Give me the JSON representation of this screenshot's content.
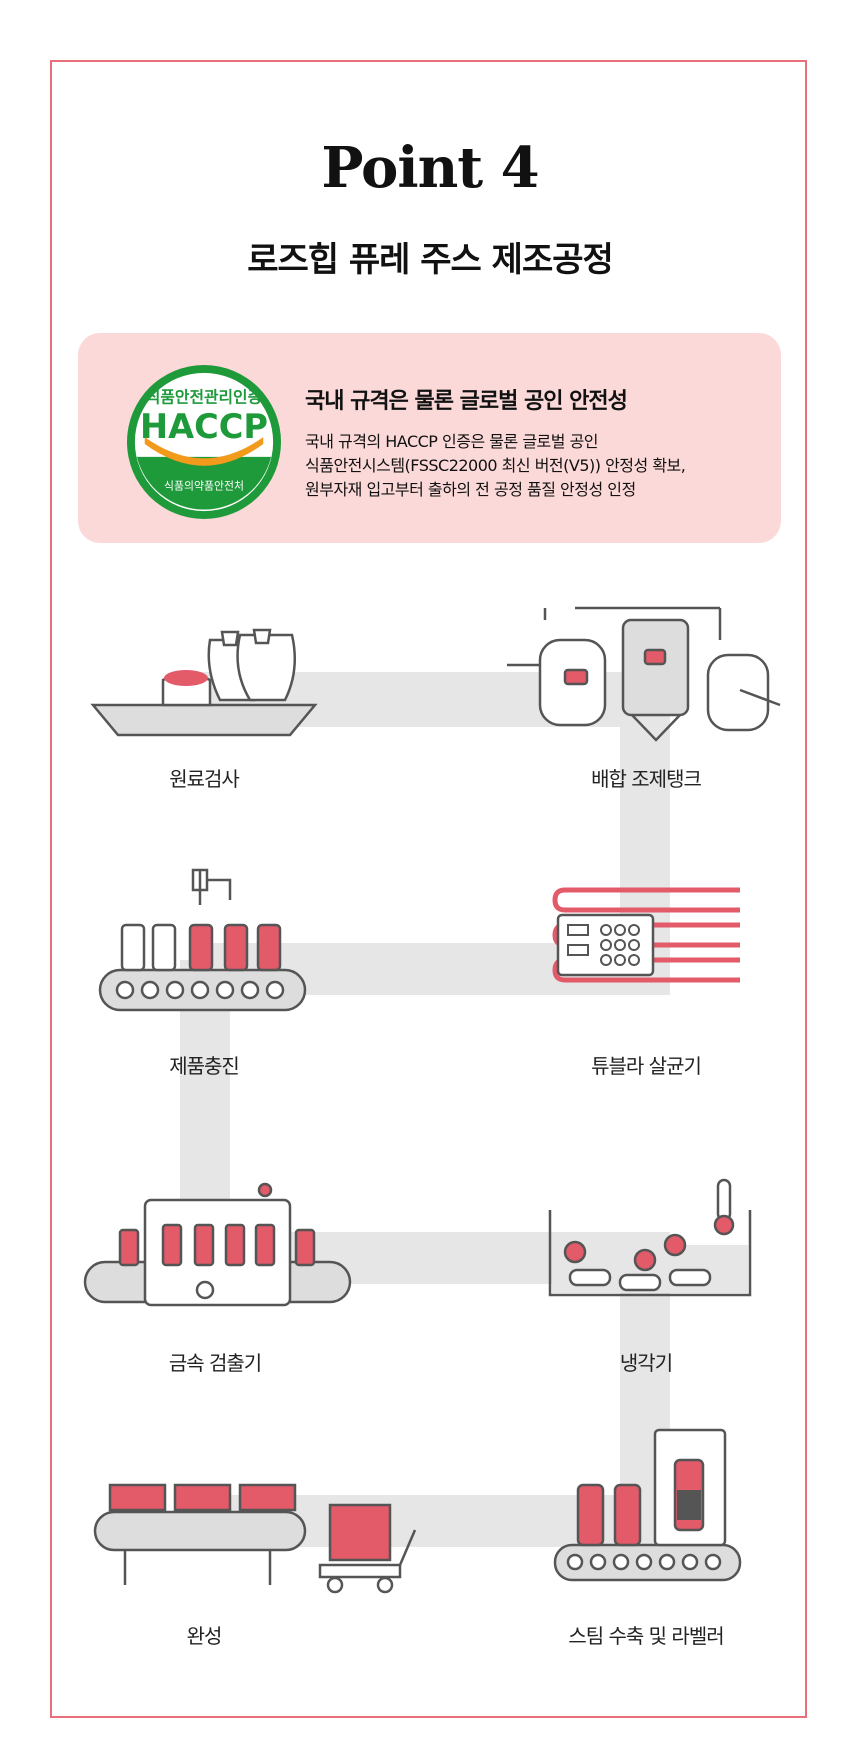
{
  "header": {
    "title": "Point 4",
    "subtitle": "로즈힙 퓨레 주스 제조공정"
  },
  "certification": {
    "badge_top": "식품안전관리인증",
    "badge_main": "HACCP",
    "badge_bottom": "식품의약품안전처",
    "heading": "국내 규격은 물론 글로벌 공인 안전성",
    "lines": [
      "국내 규격의 HACCP 인증은 물론 글로벌 공인",
      "식품안전시스템(FSSC22000 최신 버전(V5)) 안정성 확보,",
      "원부자재 입고부터 출하의 전 공정 품질 안정성 인정"
    ]
  },
  "process_steps": [
    {
      "label": "원료검사",
      "icon": "raw-material-inspection-icon"
    },
    {
      "label": "배합 조제탱크",
      "icon": "mixing-tank-icon"
    },
    {
      "label": "튜블라 살균기",
      "icon": "tubular-sterilizer-icon"
    },
    {
      "label": "제품충진",
      "icon": "product-filling-icon"
    },
    {
      "label": "금속 검출기",
      "icon": "metal-detector-icon"
    },
    {
      "label": "냉각기",
      "icon": "cooler-icon"
    },
    {
      "label": "스팀 수축 및 라벨러",
      "icon": "steam-shrink-labeler-icon"
    },
    {
      "label": "완성",
      "icon": "finished-product-icon"
    }
  ],
  "colors": {
    "accent": "#e8707a",
    "bottle_fill": "#e35a69",
    "panel_bg": "#fcd9d9",
    "badge_green": "#1f9a3b",
    "badge_orange": "#f29a1c",
    "path_gray": "#e6e6e6",
    "line_gray": "#555555"
  }
}
